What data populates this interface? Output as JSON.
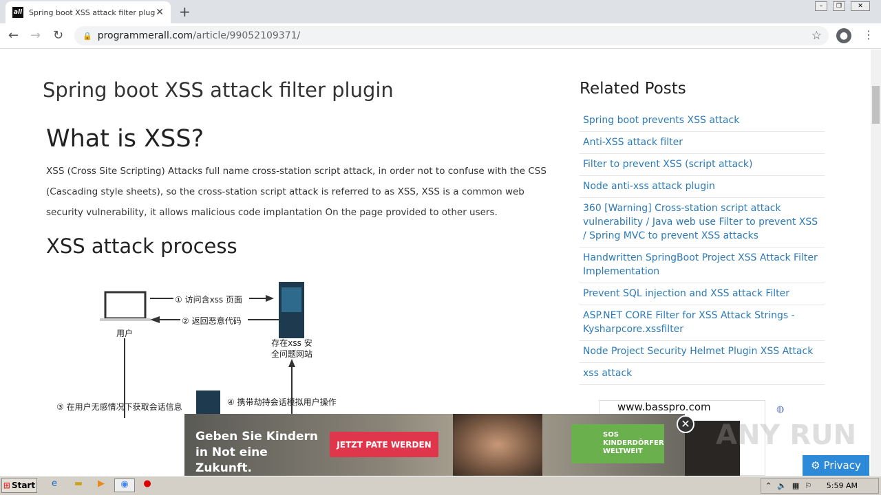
{
  "browser": {
    "tab_title": "Spring boot XSS attack filter plugin -",
    "tab_favicon": "all",
    "url_host": "programmerall.com",
    "url_path": "/article/99052109371/"
  },
  "article": {
    "title": "Spring boot XSS attack filter plugin",
    "h_what": "What is XSS?",
    "paragraph": "XSS (Cross Site Scripting) Attacks full name cross-station script attack, in order not to confuse with the CSS (Cascading style sheets), so the cross-station script attack is referred to as XSS, XSS is a common web security vulnerability, it allows malicious code implantation On the page provided to other users.",
    "h_process": "XSS attack process"
  },
  "diagram": {
    "step1": "① 访问含xss 页面",
    "step2": "② 返回恶意代码",
    "user": "用户",
    "site": "存在xss 安全问题网站",
    "step3": "③ 在用户无感情况下获取会话信息",
    "step4": "④ 携带劫持会话模拟用户操作"
  },
  "related": {
    "title": "Related Posts",
    "items": [
      "Spring boot prevents XSS attack",
      "Anti-XSS attack filter",
      "Filter to prevent XSS (script attack)",
      "Node anti-xss attack plugin",
      "360 [Warning] Cross-station script attack vulnerability / Java web use Filter to prevent XSS / Spring MVC to prevent XSS attacks",
      "Handwritten SpringBoot Project XSS Attack Filter Implementation",
      "Prevent SQL injection and XSS attack Filter",
      "ASP.NET CORE Filter for XSS Attack Strings - Kysharpcore.xssfilter",
      "Node Project Security Helmet Plugin XSS Attack",
      "xss attack"
    ]
  },
  "ad": {
    "text": "Geben Sie Kindern in Not eine Zukunft.",
    "button": "JETZT PATE WERDEN",
    "sos": "SOS KINDERDÖRFER WELTWEIT",
    "side_ad": "www.basspro.com"
  },
  "privacy": "Privacy",
  "watermark": "ANY RUN",
  "taskbar": {
    "start": "Start",
    "clock": "5:59 AM"
  }
}
